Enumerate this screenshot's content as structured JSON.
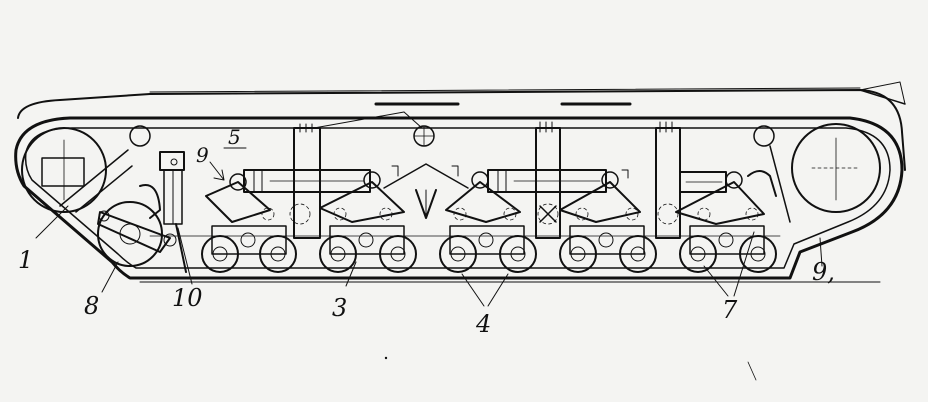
{
  "callouts": {
    "c1": "1",
    "c3": "3",
    "c4": "4",
    "c5": "5",
    "c7": "7",
    "c8": "8",
    "c9a": "9",
    "c9b": "9,",
    "c10": "10"
  }
}
